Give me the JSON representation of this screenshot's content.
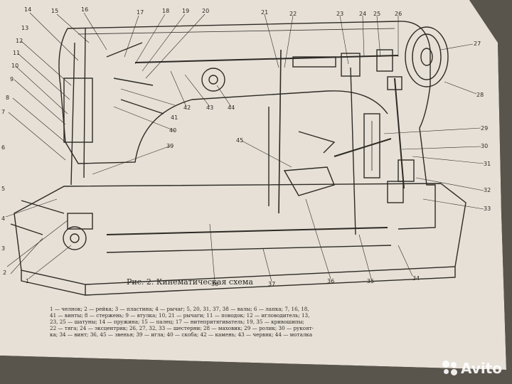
{
  "figure": {
    "caption": "Рис. 2. Кинематическая схема",
    "legend_lines": [
      "1 — челнок; 2 — рейка; 3 — пластина; 4 — рычаг; 5, 20, 31, 37, 38 — валы; 6 — лапка; 7, 16, 18,",
      "41 — винты; 8 — стержень; 9 — втулка; 10, 21 — рычаги; 11 — поводок; 12 — игловодитель; 13,",
      "23, 25 — шатуны; 14 — пружина; 15 — палец; 17 — нитепритягиватель; 19, 35 — кривошипы;",
      "22 — тяга; 24 — эксцентрик; 26, 27, 32, 33 — шестерни; 28 — маховик; 29 — ролик; 30 — рукоят-",
      "ка; 34 — винт; 36, 45 — звенья; 39 — игла; 40 — скоба; 42 — камень; 43 — червяк; 44 — моталка"
    ]
  },
  "callouts": [
    "1",
    "2",
    "3",
    "4",
    "5",
    "6",
    "7",
    "8",
    "9",
    "10",
    "11",
    "12",
    "13",
    "14",
    "15",
    "16",
    "17",
    "18",
    "19",
    "20",
    "21",
    "22",
    "23",
    "24",
    "25",
    "26",
    "27",
    "28",
    "29",
    "30",
    "31",
    "32",
    "33",
    "34",
    "35",
    "36",
    "37",
    "38",
    "39",
    "40",
    "41",
    "42",
    "43",
    "44",
    "45"
  ],
  "colors": {
    "paper": "#e6e0d7",
    "ink": "#2d2a25",
    "background": "#4a463f"
  },
  "watermark": {
    "brand": "Avito"
  }
}
